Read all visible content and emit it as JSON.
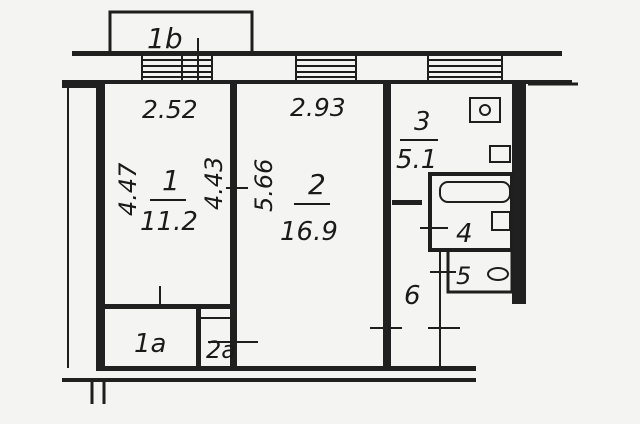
{
  "rooms": [
    {
      "number": "1",
      "area": "11.2"
    },
    {
      "number": "2",
      "area": "16.9"
    },
    {
      "number": "3",
      "area": "5.1"
    },
    {
      "number": "4"
    },
    {
      "number": "5"
    },
    {
      "number": "6"
    },
    {
      "number": "1a"
    },
    {
      "number": "2a"
    },
    {
      "number": "1b"
    }
  ],
  "dimensions": {
    "room1_width": "2.52",
    "room1_length": "4.47",
    "room1_length_inner": "4.43",
    "room2_width": "2.93",
    "room2_length": "5.66"
  },
  "colors": {
    "ink": "#1a1a1a",
    "paper": "#f4f4f2"
  }
}
